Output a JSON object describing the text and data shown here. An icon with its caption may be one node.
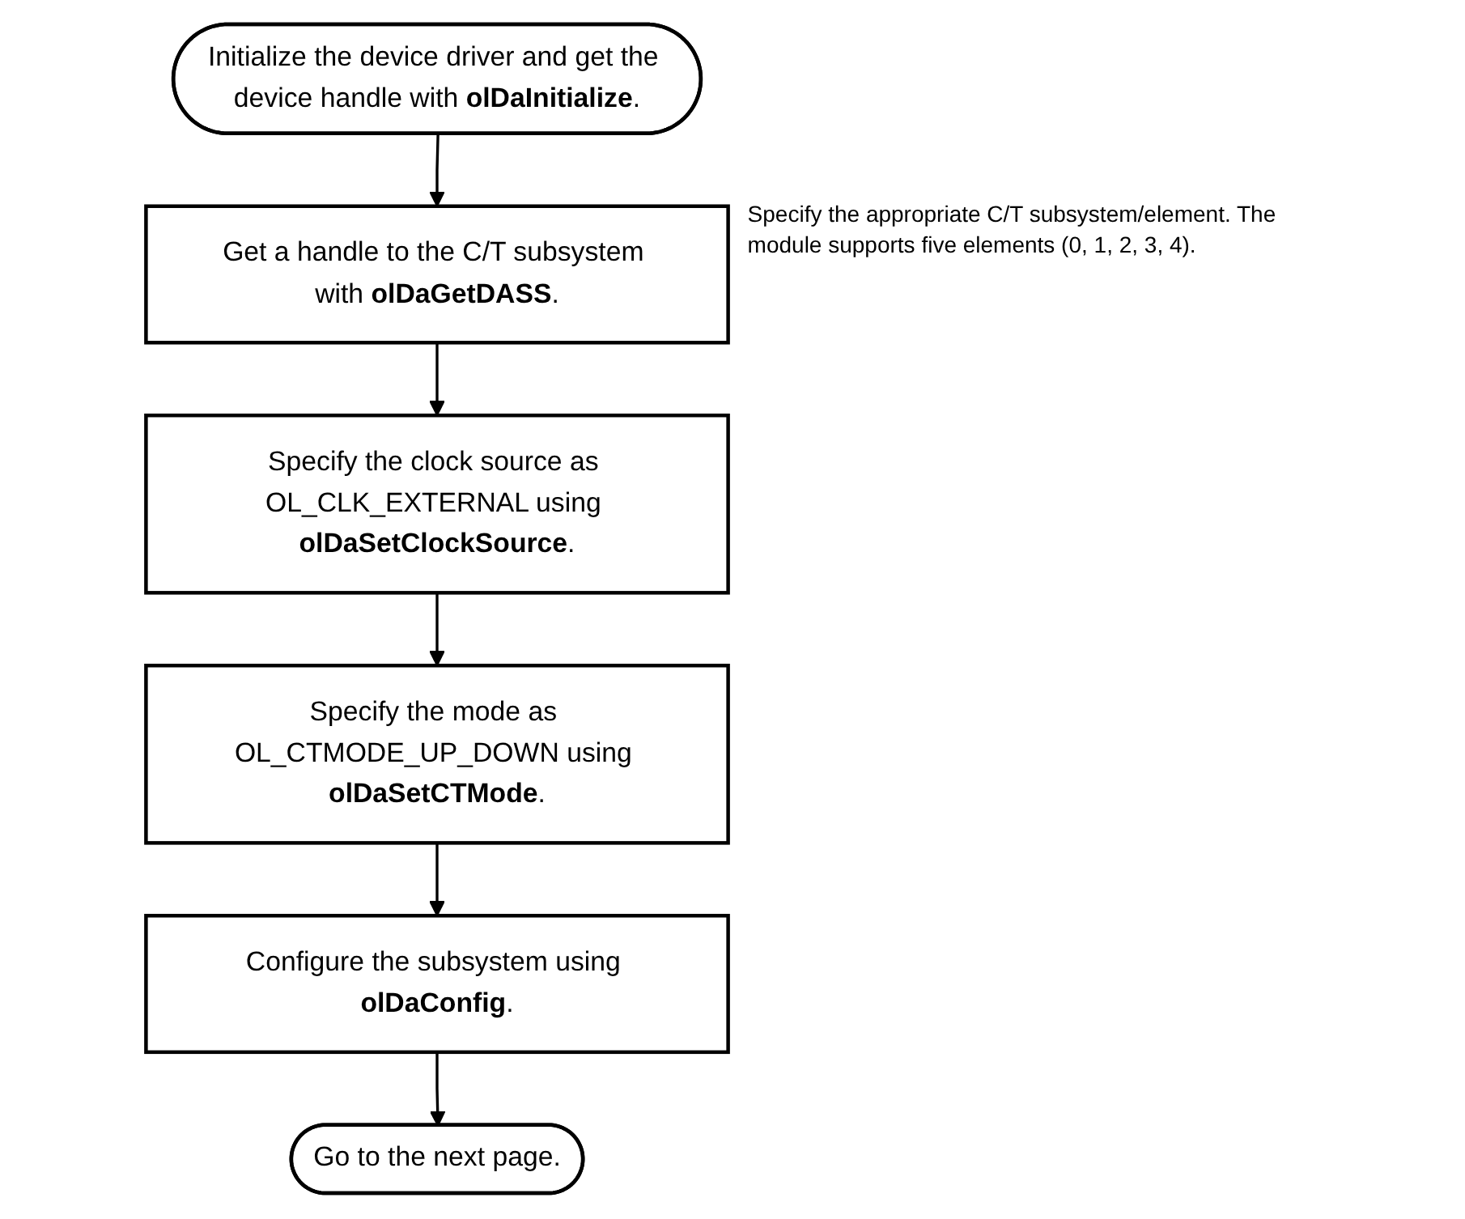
{
  "diagram": {
    "nodes": [
      {
        "text": [
          "Initialize the device driver and get the device handle with **olDaInitialize**."
        ]
      },
      {
        "text": [
          "Get a handle to the C/T subsystem with **olDaGetDASS**."
        ],
        "beside": [
          "Specify the appropriate C/T subsystem/element. The module supports five elements (0, 1, 2, 3, 4)."
        ]
      },
      {
        "text": [
          "Specify the clock source as OL_CLK_EXTERNAL using **olDaSetClockSource**."
        ]
      },
      {
        "text": [
          "Specify the mode as OL_CTMODE_UP_DOWN using **olDaSetCTMode**."
        ]
      },
      {
        "text": [
          "Configure the subsystem using **olDaConfig**."
        ]
      },
      {
        "text": [
          "Go to the next page."
        ]
      }
    ],
    "edges": [
      {
        "from": 0,
        "to": 1,
        "arrow": "to"
      },
      {
        "from": 1,
        "to": 2,
        "arrow": "to"
      },
      {
        "from": 2,
        "to": 3,
        "arrow": "to"
      },
      {
        "from": 3,
        "to": 4,
        "arrow": "to"
      },
      {
        "from": 4,
        "to": 5,
        "arrow": "to"
      }
    ]
  }
}
